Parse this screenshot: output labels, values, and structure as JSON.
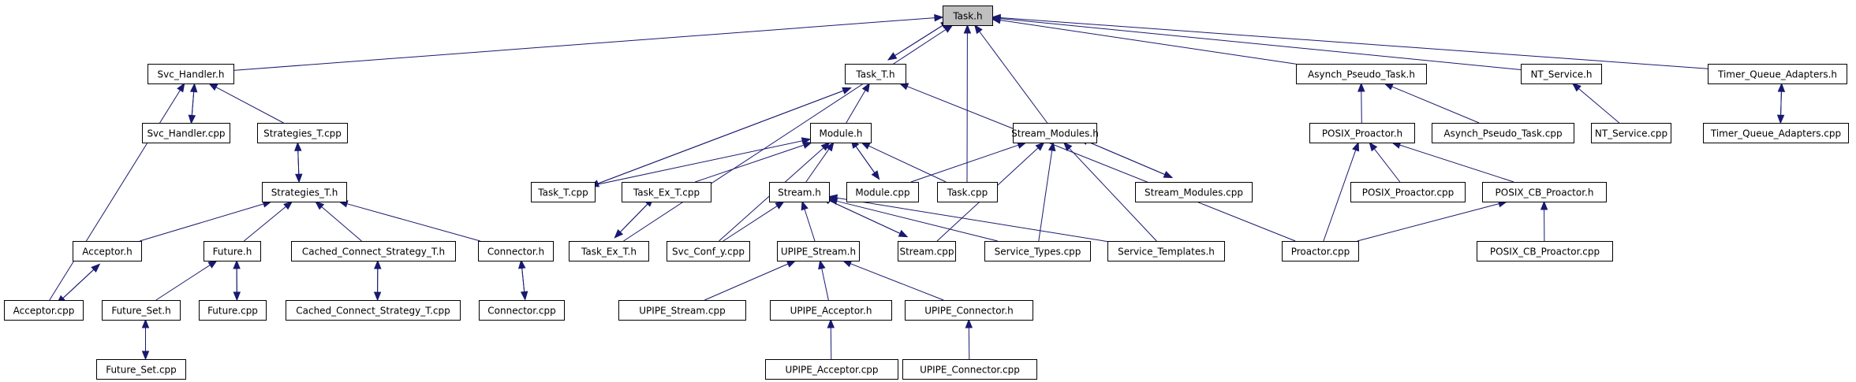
{
  "graph": {
    "title": "Task.h include dependency graph",
    "root": "Task.h",
    "colors": {
      "edge": "#191970",
      "root_fill": "#bfbfbf",
      "node_fill": "#ffffff",
      "border": "#000000"
    },
    "nodes": [
      {
        "id": "task_h",
        "label": "Task.h"
      },
      {
        "id": "svc_handler_h",
        "label": "Svc_Handler.h"
      },
      {
        "id": "task_t_h",
        "label": "Task_T.h"
      },
      {
        "id": "asynch_pseudo_task_h",
        "label": "Asynch_Pseudo_Task.h"
      },
      {
        "id": "nt_service_h",
        "label": "NT_Service.h"
      },
      {
        "id": "timer_queue_adapters_h",
        "label": "Timer_Queue_Adapters.h"
      },
      {
        "id": "svc_handler_cpp",
        "label": "Svc_Handler.cpp"
      },
      {
        "id": "strategies_t_cpp",
        "label": "Strategies_T.cpp"
      },
      {
        "id": "module_h",
        "label": "Module.h"
      },
      {
        "id": "stream_modules_h",
        "label": "Stream_Modules.h"
      },
      {
        "id": "posix_proactor_h",
        "label": "POSIX_Proactor.h"
      },
      {
        "id": "asynch_pseudo_task_cpp",
        "label": "Asynch_Pseudo_Task.cpp"
      },
      {
        "id": "nt_service_cpp",
        "label": "NT_Service.cpp"
      },
      {
        "id": "timer_queue_adapters_cpp",
        "label": "Timer_Queue_Adapters.cpp"
      },
      {
        "id": "strategies_t_h",
        "label": "Strategies_T.h"
      },
      {
        "id": "task_t_cpp",
        "label": "Task_T.cpp"
      },
      {
        "id": "task_ex_t_cpp",
        "label": "Task_Ex_T.cpp"
      },
      {
        "id": "stream_h",
        "label": "Stream.h"
      },
      {
        "id": "module_cpp",
        "label": "Module.cpp"
      },
      {
        "id": "task_cpp",
        "label": "Task.cpp"
      },
      {
        "id": "stream_modules_cpp",
        "label": "Stream_Modules.cpp"
      },
      {
        "id": "posix_proactor_cpp",
        "label": "POSIX_Proactor.cpp"
      },
      {
        "id": "posix_cb_proactor_h",
        "label": "POSIX_CB_Proactor.h"
      },
      {
        "id": "acceptor_h",
        "label": "Acceptor.h"
      },
      {
        "id": "future_h",
        "label": "Future.h"
      },
      {
        "id": "cached_connect_strategy_t_h",
        "label": "Cached_Connect_Strategy_T.h"
      },
      {
        "id": "connector_h",
        "label": "Connector.h"
      },
      {
        "id": "task_ex_t_h",
        "label": "Task_Ex_T.h"
      },
      {
        "id": "svc_conf_y_cpp",
        "label": "Svc_Conf_y.cpp"
      },
      {
        "id": "upipe_stream_h",
        "label": "UPIPE_Stream.h"
      },
      {
        "id": "stream_cpp",
        "label": "Stream.cpp"
      },
      {
        "id": "service_types_cpp",
        "label": "Service_Types.cpp"
      },
      {
        "id": "service_templates_h",
        "label": "Service_Templates.h"
      },
      {
        "id": "proactor_cpp",
        "label": "Proactor.cpp"
      },
      {
        "id": "posix_cb_proactor_cpp",
        "label": "POSIX_CB_Proactor.cpp"
      },
      {
        "id": "acceptor_cpp",
        "label": "Acceptor.cpp"
      },
      {
        "id": "future_set_h",
        "label": "Future_Set.h"
      },
      {
        "id": "future_cpp",
        "label": "Future.cpp"
      },
      {
        "id": "cached_connect_strategy_t_cpp",
        "label": "Cached_Connect_Strategy_T.cpp"
      },
      {
        "id": "connector_cpp",
        "label": "Connector.cpp"
      },
      {
        "id": "upipe_stream_cpp",
        "label": "UPIPE_Stream.cpp"
      },
      {
        "id": "upipe_acceptor_h",
        "label": "UPIPE_Acceptor.h"
      },
      {
        "id": "upipe_connector_h",
        "label": "UPIPE_Connector.h"
      },
      {
        "id": "future_set_cpp",
        "label": "Future_Set.cpp"
      },
      {
        "id": "upipe_acceptor_cpp",
        "label": "UPIPE_Acceptor.cpp"
      },
      {
        "id": "upipe_connector_cpp",
        "label": "UPIPE_Connector.cpp"
      }
    ],
    "edges": [
      {
        "from": "svc_handler_h",
        "to": "task_h"
      },
      {
        "from": "task_t_h",
        "to": "task_h"
      },
      {
        "from": "task_h",
        "to": "task_t_h"
      },
      {
        "from": "task_ex_t_h",
        "to": "task_h"
      },
      {
        "from": "task_cpp",
        "to": "task_h"
      },
      {
        "from": "stream_modules_h",
        "to": "task_h"
      },
      {
        "from": "asynch_pseudo_task_h",
        "to": "task_h"
      },
      {
        "from": "nt_service_h",
        "to": "task_h"
      },
      {
        "from": "timer_queue_adapters_h",
        "to": "task_h"
      },
      {
        "from": "svc_handler_cpp",
        "to": "svc_handler_h"
      },
      {
        "from": "svc_handler_h",
        "to": "svc_handler_cpp"
      },
      {
        "from": "strategies_t_cpp",
        "to": "svc_handler_h"
      },
      {
        "from": "acceptor_cpp",
        "to": "svc_handler_h"
      },
      {
        "from": "strategies_t_h",
        "to": "strategies_t_cpp"
      },
      {
        "from": "strategies_t_cpp",
        "to": "strategies_t_h"
      },
      {
        "from": "acceptor_h",
        "to": "strategies_t_h"
      },
      {
        "from": "future_h",
        "to": "strategies_t_h"
      },
      {
        "from": "cached_connect_strategy_t_h",
        "to": "strategies_t_h"
      },
      {
        "from": "connector_h",
        "to": "strategies_t_h"
      },
      {
        "from": "acceptor_cpp",
        "to": "acceptor_h"
      },
      {
        "from": "acceptor_h",
        "to": "acceptor_cpp"
      },
      {
        "from": "future_set_h",
        "to": "future_h"
      },
      {
        "from": "future_cpp",
        "to": "future_h"
      },
      {
        "from": "future_h",
        "to": "future_cpp"
      },
      {
        "from": "future_set_cpp",
        "to": "future_set_h"
      },
      {
        "from": "future_set_h",
        "to": "future_set_cpp"
      },
      {
        "from": "cached_connect_strategy_t_cpp",
        "to": "cached_connect_strategy_t_h"
      },
      {
        "from": "cached_connect_strategy_t_h",
        "to": "cached_connect_strategy_t_cpp"
      },
      {
        "from": "connector_cpp",
        "to": "connector_h"
      },
      {
        "from": "connector_h",
        "to": "connector_cpp"
      },
      {
        "from": "task_t_cpp",
        "to": "task_t_h"
      },
      {
        "from": "task_t_h",
        "to": "task_t_cpp"
      },
      {
        "from": "module_h",
        "to": "task_t_h"
      },
      {
        "from": "proactor_cpp",
        "to": "task_t_h"
      },
      {
        "from": "task_t_cpp",
        "to": "module_h"
      },
      {
        "from": "task_ex_t_cpp",
        "to": "module_h"
      },
      {
        "from": "svc_conf_y_cpp",
        "to": "module_h"
      },
      {
        "from": "stream_h",
        "to": "module_h"
      },
      {
        "from": "module_cpp",
        "to": "module_h"
      },
      {
        "from": "module_h",
        "to": "module_cpp"
      },
      {
        "from": "task_cpp",
        "to": "module_h"
      },
      {
        "from": "task_ex_t_h",
        "to": "task_ex_t_cpp"
      },
      {
        "from": "task_ex_t_cpp",
        "to": "task_ex_t_h"
      },
      {
        "from": "svc_conf_y_cpp",
        "to": "stream_h"
      },
      {
        "from": "upipe_stream_h",
        "to": "stream_h"
      },
      {
        "from": "stream_cpp",
        "to": "stream_h"
      },
      {
        "from": "stream_h",
        "to": "stream_cpp"
      },
      {
        "from": "service_types_cpp",
        "to": "stream_h"
      },
      {
        "from": "service_templates_h",
        "to": "stream_h"
      },
      {
        "from": "upipe_stream_cpp",
        "to": "upipe_stream_h"
      },
      {
        "from": "upipe_acceptor_h",
        "to": "upipe_stream_h"
      },
      {
        "from": "upipe_connector_h",
        "to": "upipe_stream_h"
      },
      {
        "from": "upipe_acceptor_cpp",
        "to": "upipe_acceptor_h"
      },
      {
        "from": "upipe_connector_cpp",
        "to": "upipe_connector_h"
      },
      {
        "from": "module_cpp",
        "to": "stream_modules_h"
      },
      {
        "from": "stream_cpp",
        "to": "stream_modules_h"
      },
      {
        "from": "service_types_cpp",
        "to": "stream_modules_h"
      },
      {
        "from": "service_templates_h",
        "to": "stream_modules_h"
      },
      {
        "from": "stream_modules_cpp",
        "to": "stream_modules_h"
      },
      {
        "from": "stream_modules_h",
        "to": "stream_modules_cpp"
      },
      {
        "from": "posix_proactor_h",
        "to": "asynch_pseudo_task_h"
      },
      {
        "from": "asynch_pseudo_task_cpp",
        "to": "asynch_pseudo_task_h"
      },
      {
        "from": "proactor_cpp",
        "to": "posix_proactor_h"
      },
      {
        "from": "posix_proactor_cpp",
        "to": "posix_proactor_h"
      },
      {
        "from": "posix_cb_proactor_h",
        "to": "posix_proactor_h"
      },
      {
        "from": "proactor_cpp",
        "to": "posix_cb_proactor_h"
      },
      {
        "from": "posix_cb_proactor_cpp",
        "to": "posix_cb_proactor_h"
      },
      {
        "from": "nt_service_cpp",
        "to": "nt_service_h"
      },
      {
        "from": "timer_queue_adapters_cpp",
        "to": "timer_queue_adapters_h"
      },
      {
        "from": "timer_queue_adapters_h",
        "to": "timer_queue_adapters_cpp"
      }
    ]
  }
}
